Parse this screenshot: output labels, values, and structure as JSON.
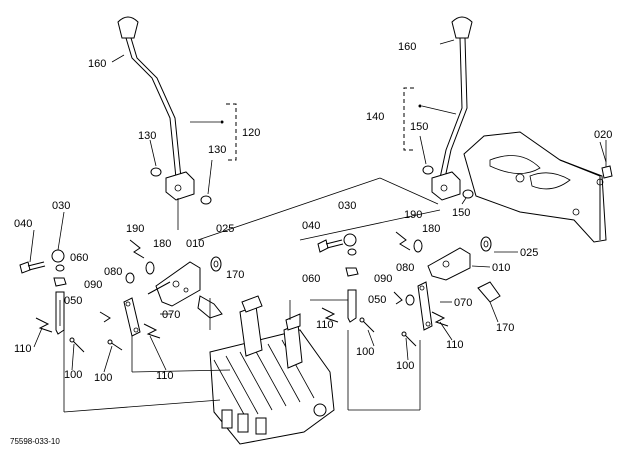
{
  "labels": {
    "left": {
      "p160": "160",
      "p120": "120",
      "p130a": "130",
      "p130b": "130",
      "p030": "030",
      "p040": "040",
      "p060": "060",
      "p190": "190",
      "p180": "180",
      "p010": "010",
      "p025": "025",
      "p080": "080",
      "p090": "090",
      "p050": "050",
      "p070": "070",
      "p170": "170",
      "p110a": "110",
      "p110b": "110",
      "p100a": "100",
      "p100b": "100"
    },
    "right": {
      "p160": "160",
      "p140": "140",
      "p150a": "150",
      "p150b": "150",
      "p020": "020",
      "p030": "030",
      "p040": "040",
      "p190": "190",
      "p180": "180",
      "p025": "025",
      "p010": "010",
      "p060": "060",
      "p090": "090",
      "p080": "080",
      "p050": "050",
      "p070": "070",
      "p110a": "110",
      "p110b": "110",
      "p100a": "100",
      "p100b": "100",
      "p170": "170"
    }
  },
  "figure_code": "75598-033-10"
}
